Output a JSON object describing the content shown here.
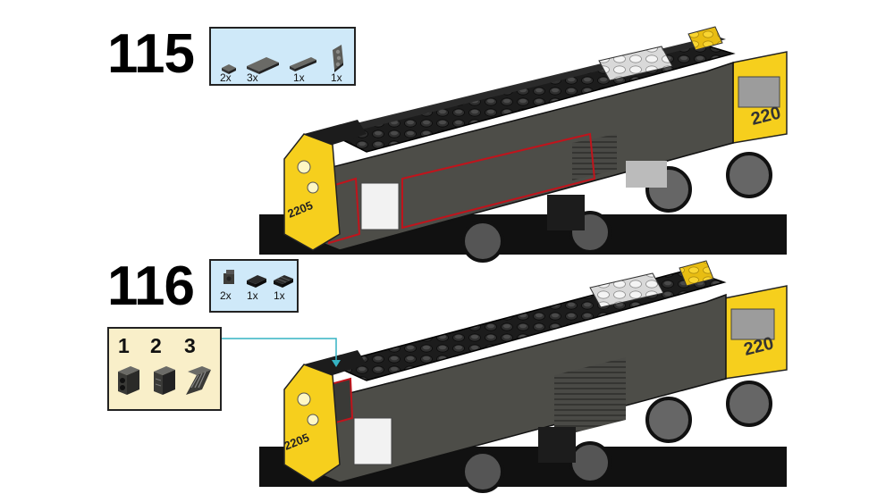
{
  "steps": [
    {
      "number": "115",
      "parts": [
        {
          "qty": "2x",
          "icon": "dark-grey-1x1-tile"
        },
        {
          "qty": "3x",
          "icon": "dark-grey-2x4-tile"
        },
        {
          "qty": "1x",
          "icon": "dark-grey-1x4-tile"
        },
        {
          "qty": "1x",
          "icon": "dark-grey-wedge-plate"
        }
      ]
    },
    {
      "number": "116",
      "parts": [
        {
          "qty": "2x",
          "icon": "dark-grey-1x1-bracket"
        },
        {
          "qty": "1x",
          "icon": "black-1x2-plate"
        },
        {
          "qty": "1x",
          "icon": "black-1x2-grille"
        }
      ],
      "subassembly": {
        "labels": [
          "1",
          "2",
          "3"
        ]
      }
    }
  ],
  "locomotive": {
    "number_label": "2205",
    "side_number_partial": "220",
    "colors": {
      "body": "#4d4d48",
      "black": "#1c1c1c",
      "yellow": "#f6cf1d",
      "white": "#f2f2f2",
      "highlight": "#c0141c",
      "connector": "#35b3c3"
    }
  }
}
